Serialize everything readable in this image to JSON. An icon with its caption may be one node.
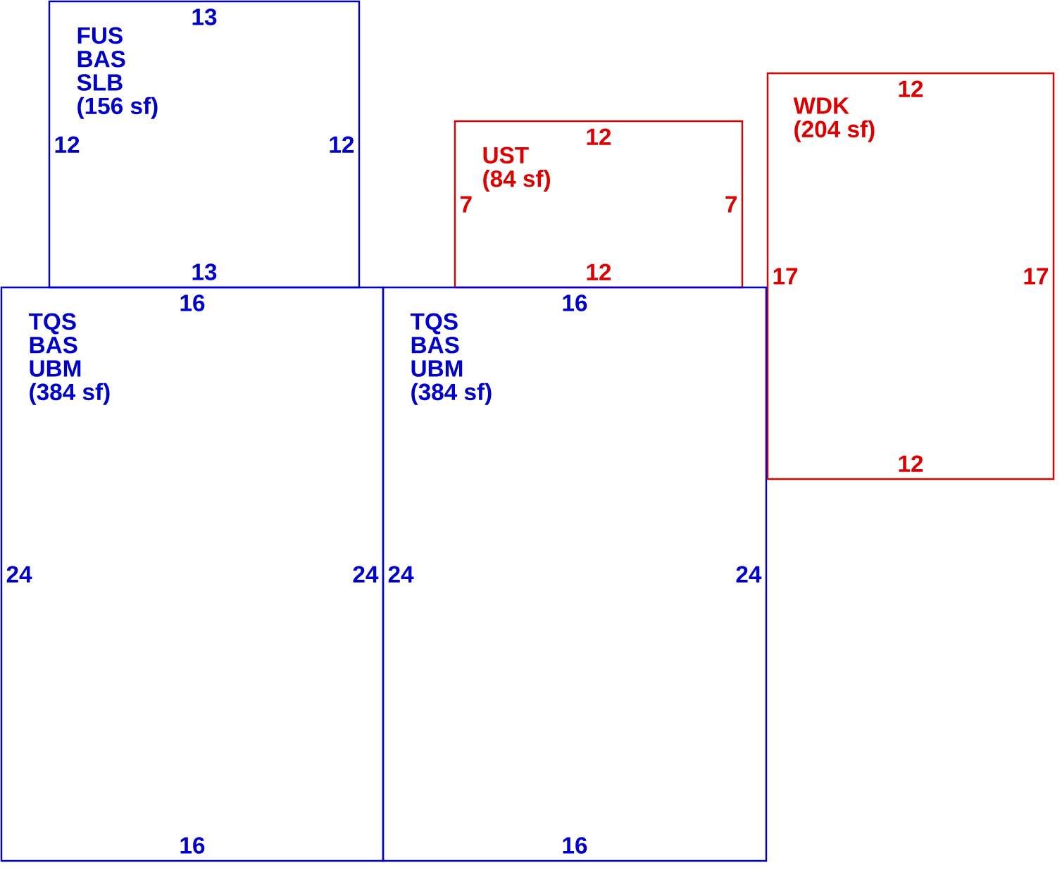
{
  "diagram": {
    "nodes": [
      {
        "text": [
          "13",
          "FUS",
          "BAS",
          "SLB",
          "(156 sf)",
          "12",
          "12",
          "13"
        ]
      },
      {
        "text": [
          "12",
          "WDK",
          "(204 sf)",
          "17",
          "17",
          "12"
        ]
      },
      {
        "text": [
          "12",
          "UST",
          "(84 sf)",
          "7",
          "7",
          "12"
        ]
      },
      {
        "text": [
          "16",
          "TQS",
          "BAS",
          "UBM",
          "(384 sf)",
          "24",
          "24",
          "16"
        ]
      },
      {
        "text": [
          "16",
          "TQS",
          "BAS",
          "UBM",
          "(384 sf)",
          "24",
          "24",
          "16"
        ]
      }
    ]
  }
}
